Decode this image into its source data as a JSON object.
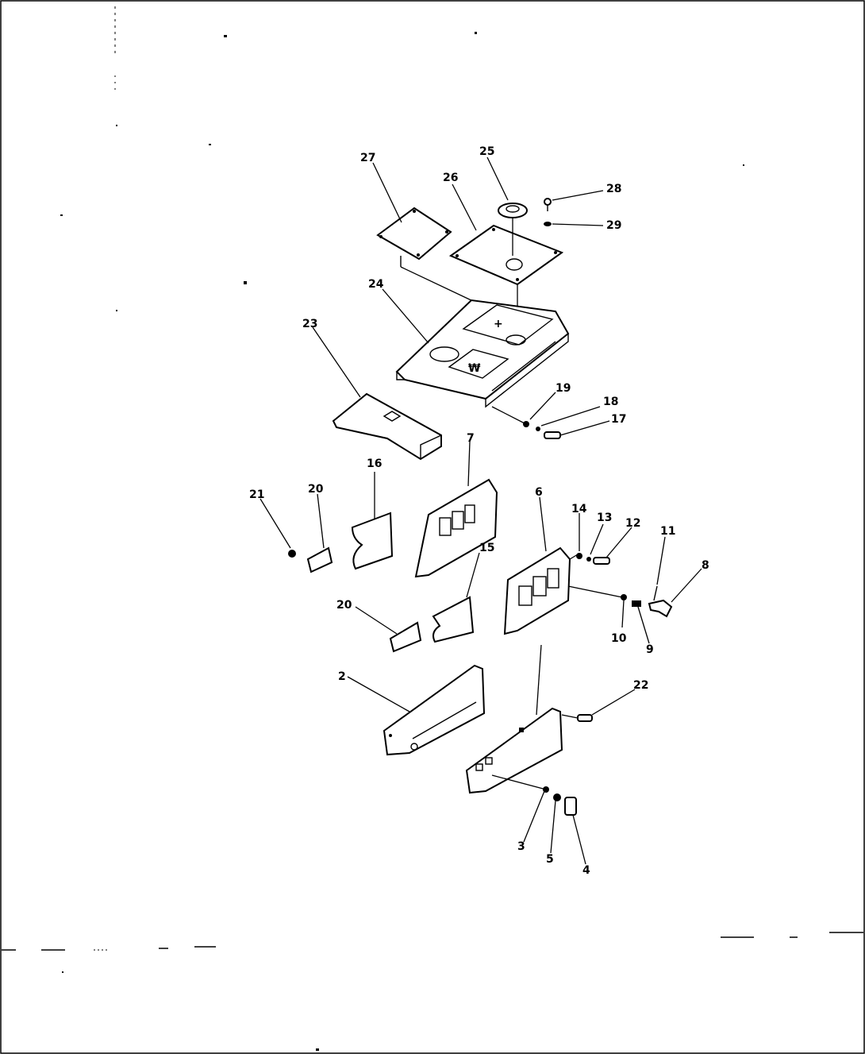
{
  "diagram": {
    "callouts": [
      {
        "id": "c27",
        "text": "27"
      },
      {
        "id": "c25",
        "text": "25"
      },
      {
        "id": "c26",
        "text": "26"
      },
      {
        "id": "c28",
        "text": "28"
      },
      {
        "id": "c29",
        "text": "29"
      },
      {
        "id": "c24",
        "text": "24"
      },
      {
        "id": "c23",
        "text": "23"
      },
      {
        "id": "c19",
        "text": "19"
      },
      {
        "id": "c18",
        "text": "18"
      },
      {
        "id": "c17",
        "text": "17"
      },
      {
        "id": "c16",
        "text": "16"
      },
      {
        "id": "c7",
        "text": "7"
      },
      {
        "id": "c21",
        "text": "21"
      },
      {
        "id": "c20a",
        "text": "20"
      },
      {
        "id": "c6",
        "text": "6"
      },
      {
        "id": "c14",
        "text": "14"
      },
      {
        "id": "c13",
        "text": "13"
      },
      {
        "id": "c12",
        "text": "12"
      },
      {
        "id": "c11",
        "text": "11"
      },
      {
        "id": "c8",
        "text": "8"
      },
      {
        "id": "c15",
        "text": "15"
      },
      {
        "id": "c20b",
        "text": "20"
      },
      {
        "id": "c10",
        "text": "10"
      },
      {
        "id": "c9",
        "text": "9"
      },
      {
        "id": "c2",
        "text": "2"
      },
      {
        "id": "c22",
        "text": "22"
      },
      {
        "id": "c3",
        "text": "3"
      },
      {
        "id": "c5",
        "text": "5"
      },
      {
        "id": "c4",
        "text": "4"
      }
    ]
  }
}
